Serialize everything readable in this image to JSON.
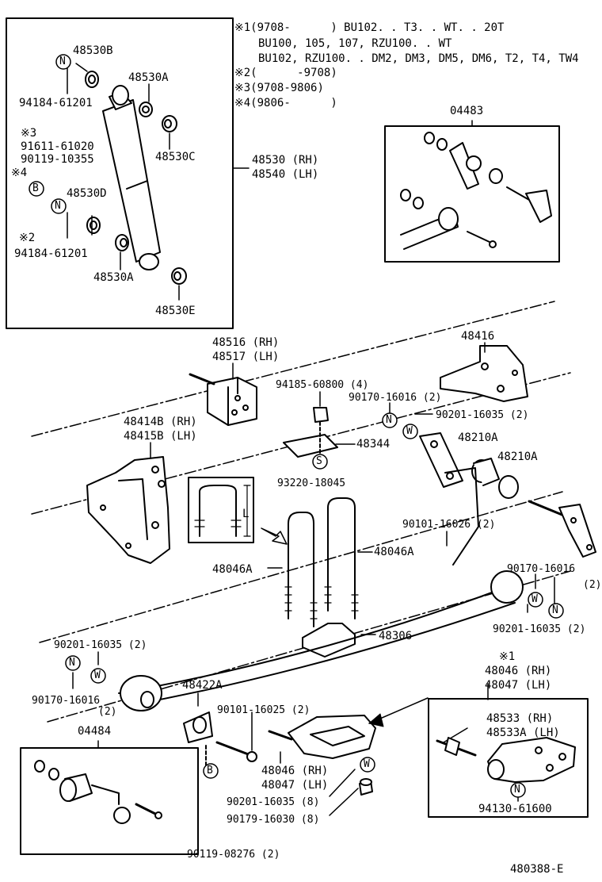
{
  "notes": [
    {
      "mark": "※1",
      "text": "(9708-      ) BU102. . T3. . WT. . 20T"
    },
    {
      "mark": "",
      "text": "BU100, 105, 107, RZU100. . WT"
    },
    {
      "mark": "",
      "text": "BU102, RZU100. . DM2, DM3, DM5, DM6, T2, T4, TW4"
    },
    {
      "mark": "※2",
      "text": "(      -9708)"
    },
    {
      "mark": "※3",
      "text": "(9708-9806)"
    },
    {
      "mark": "※4",
      "text": "(9806-      )"
    }
  ],
  "shock_box": {
    "p_48530B": "48530B",
    "p_94184_top": "94184-61201",
    "p_48530A_top": "48530A",
    "p_48530C": "48530C",
    "note3": "※3",
    "p_91611": "91611-61020",
    "p_90119": "90119-10355",
    "note4": "※4",
    "p_48530D": "48530D",
    "note2": "※2",
    "p_94184_bot": "94184-61201",
    "p_48530A_bot": "48530A",
    "p_48530E": "48530E"
  },
  "shock_ref": {
    "rh": "48530 (RH)",
    "lh": "48540 (LH)"
  },
  "kit_04483": "04483",
  "kit_04484": "04484",
  "parts": {
    "p_48516": "48516 (RH)",
    "p_48517": "48517 (LH)",
    "p_48416": "48416",
    "p_94185": "94185-60800 (4)",
    "p_90170_a": "90170-16016 (2)",
    "p_90201_a": "90201-16035 (2)",
    "p_48414B": "48414B (RH)",
    "p_48415B": "48415B (LH)",
    "p_48344": "48344",
    "p_48210A_1": "48210A",
    "p_48210A_2": "48210A",
    "p_93220": "93220-18045",
    "dim_L": "L",
    "p_90101_26": "90101-16026 (2)",
    "p_48046A_left": "48046A",
    "p_48046A_right": "48046A",
    "p_90170_b": "90170-16016",
    "p_90170_b_qty": "(2)",
    "p_90201_b": "90201-16035 (2)",
    "p_48306": "48306",
    "p_90201_c": "90201-16035 (2)",
    "p_90170_c": "90170-16016",
    "p_90170_c_qty": "(2)",
    "p_48422A": "48422A",
    "p_90101_25": "90101-16025 (2)",
    "note1_mark": "※1",
    "p_48046_rh_top": "48046 (RH)",
    "p_48047_lh_top": "48047 (LH)",
    "p_48533": "48533 (RH)",
    "p_48533A": "48533A (LH)",
    "p_94130": "94130-61600",
    "p_48046_rh_bot": "48046 (RH)",
    "p_48047_lh_bot": "48047 (LH)",
    "p_90201_d": "90201-16035 (8)",
    "p_90179": "90179-16030 (8)",
    "p_90119_082": "90119-08276 (2)",
    "figure_id": "480388-E"
  },
  "symbols": {
    "N": "N",
    "W": "W",
    "B": "B",
    "S": "S"
  }
}
